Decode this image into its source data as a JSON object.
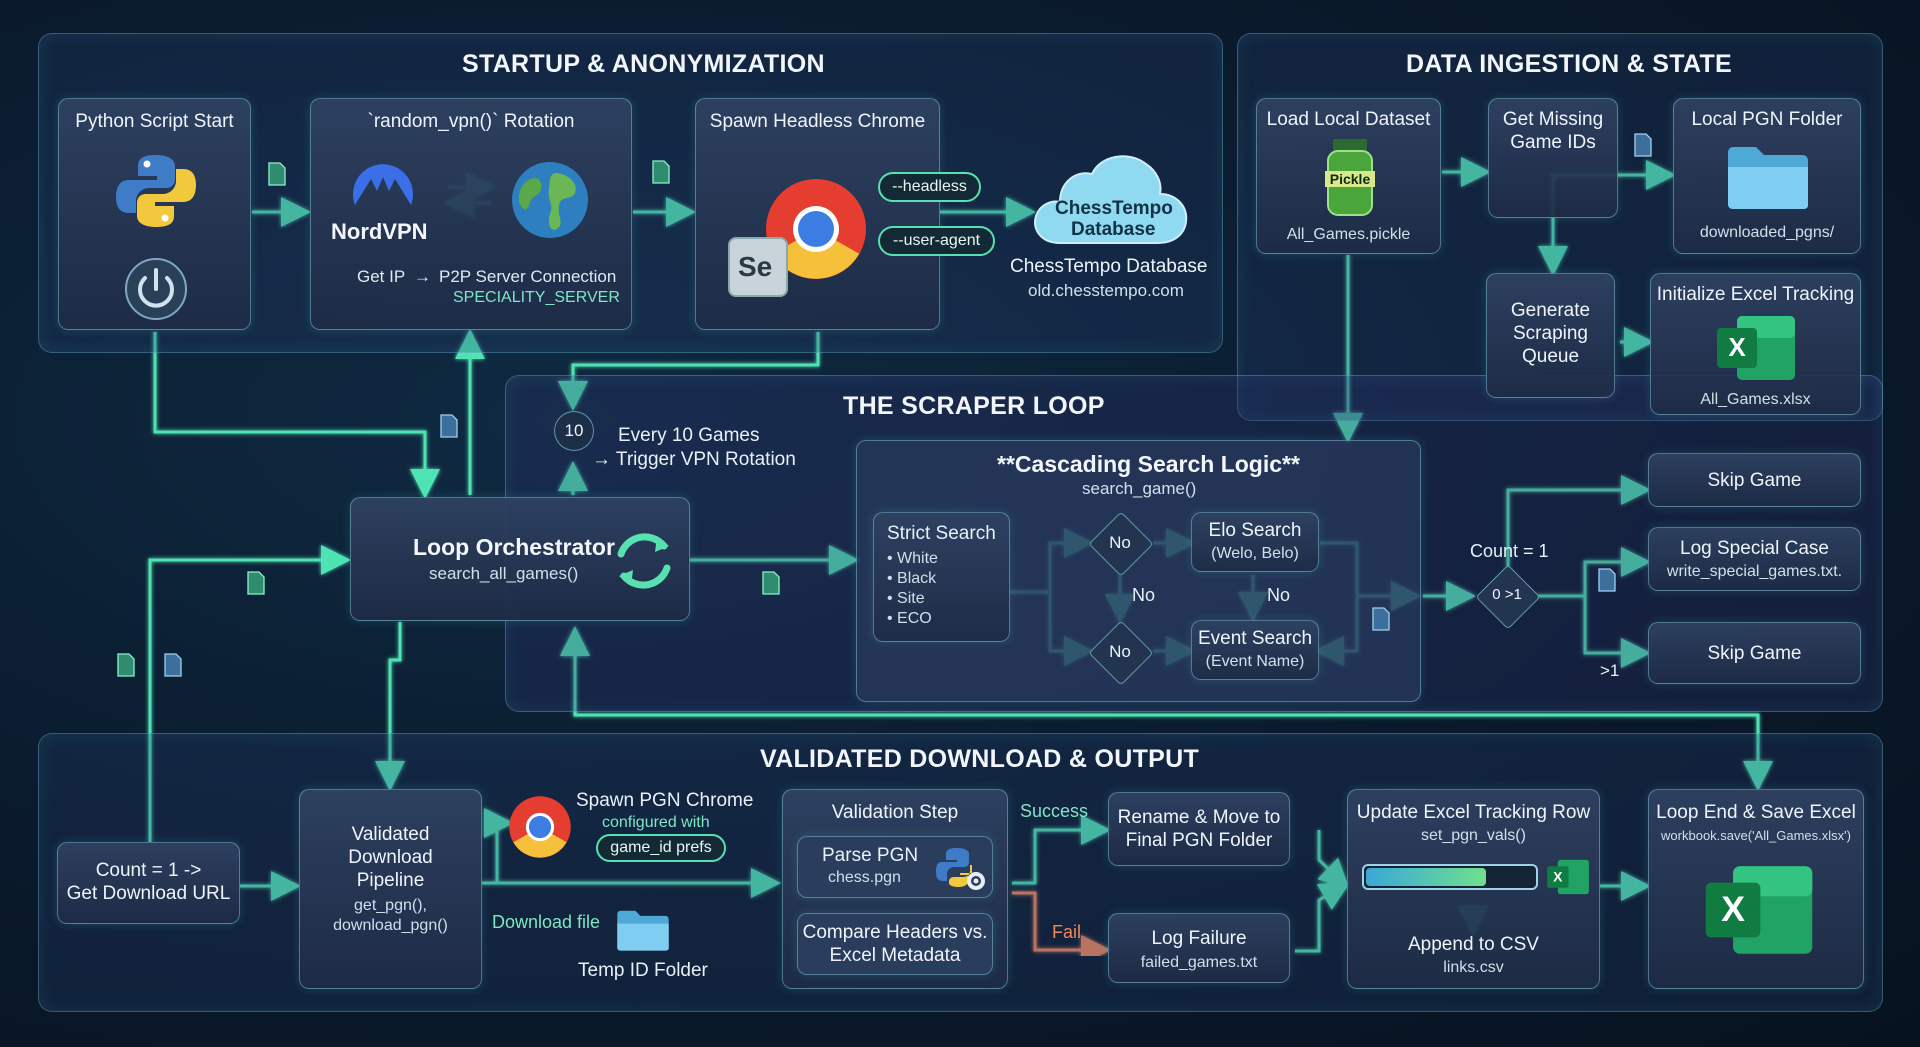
{
  "sections": {
    "startup": "STARTUP & ANONYMIZATION",
    "ingestion": "DATA INGESTION & STATE",
    "scraper": "THE SCRAPER LOOP",
    "download": "VALIDATED DOWNLOAD & OUTPUT"
  },
  "startup": {
    "python_start": "Python Script Start",
    "vpn_title": "`random_vpn()` Rotation",
    "nordvpn": "NordVPN",
    "vpn_conn_a": "Get IP",
    "vpn_conn_arrow": "→",
    "vpn_conn_b": "P2P Server Connection",
    "vpn_server": "SPECIALITY_SERVER",
    "chrome_title": "Spawn Headless Chrome",
    "selenium": "Se",
    "flag_headless": "--headless",
    "flag_useragent": "--user-agent",
    "cloud_label_1": "ChessTempo",
    "cloud_label_2": "Database",
    "db_name": "ChessTempo Database",
    "db_url": "old.chesstempo.com"
  },
  "ingestion": {
    "load_title": "Load Local Dataset",
    "pickle_label": "Pickle",
    "load_file": "All_Games.pickle",
    "missing_1": "Get Missing",
    "missing_2": "Game IDs",
    "pgn_folder_title": "Local PGN Folder",
    "pgn_folder_path": "downloaded_pgns/",
    "queue_1": "Generate",
    "queue_2": "Scraping",
    "queue_3": "Queue",
    "excel_title": "Initialize Excel Tracking",
    "excel_file": "All_Games.xlsx"
  },
  "scraper": {
    "counter": "10",
    "rotation_1": "Every 10 Games",
    "rotation_2": "→ Trigger VPN Rotation",
    "orch_title": "Loop Orchestrator",
    "orch_sub": "search_all_games()",
    "cascade_title": "**Cascading Search Logic**",
    "cascade_sub": "search_game()",
    "strict_title": "Strict Search",
    "strict_items": [
      "• White",
      "• Black",
      "• Site",
      "• ECO"
    ],
    "no": "No",
    "elo_title": "Elo Search",
    "elo_sub": "(Welo, Belo)",
    "event_title": "Event Search",
    "event_sub": "(Event Name)",
    "count_eq": "Count = 1",
    "count_diamond": "0 >1",
    "gt1": ">1",
    "skip_game": "Skip Game",
    "log_special_title": "Log Special Case",
    "log_special_file": "write_special_games.txt."
  },
  "download": {
    "count_url_1": "Count = 1 ->",
    "count_url_2": "Get Download URL",
    "pipeline_1": "Validated",
    "pipeline_2": "Download",
    "pipeline_3": "Pipeline",
    "pipeline_f1": "get_pgn(),",
    "pipeline_f2": "download_pgn()",
    "pgn_chrome_title": "Spawn PGN Chrome",
    "pgn_chrome_sub": "configured with",
    "pgn_chrome_pill": "game_id prefs",
    "download_file": "Download file",
    "temp_folder": "Temp ID Folder",
    "validation_title": "Validation Step",
    "parse_title": "Parse PGN",
    "parse_file": "chess.pgn",
    "compare_1": "Compare Headers vs.",
    "compare_2": "Excel Metadata",
    "success": "Success",
    "fail": "Fail",
    "rename_1": "Rename & Move to",
    "rename_2": "Final PGN Folder",
    "logfail_title": "Log Failure",
    "logfail_file": "failed_games.txt",
    "update_title": "Update Excel Tracking Row",
    "update_fn": "set_pgn_vals()",
    "append_title": "Append to CSV",
    "append_file": "links.csv",
    "end_title": "Loop End & Save Excel",
    "end_fn": "workbook.save('All_Games.xlsx')"
  },
  "colors": {
    "connector": "#4fe3b4",
    "fail": "#f08a5a",
    "excel": "#1f7a45",
    "folder": "#6cc4ea"
  }
}
